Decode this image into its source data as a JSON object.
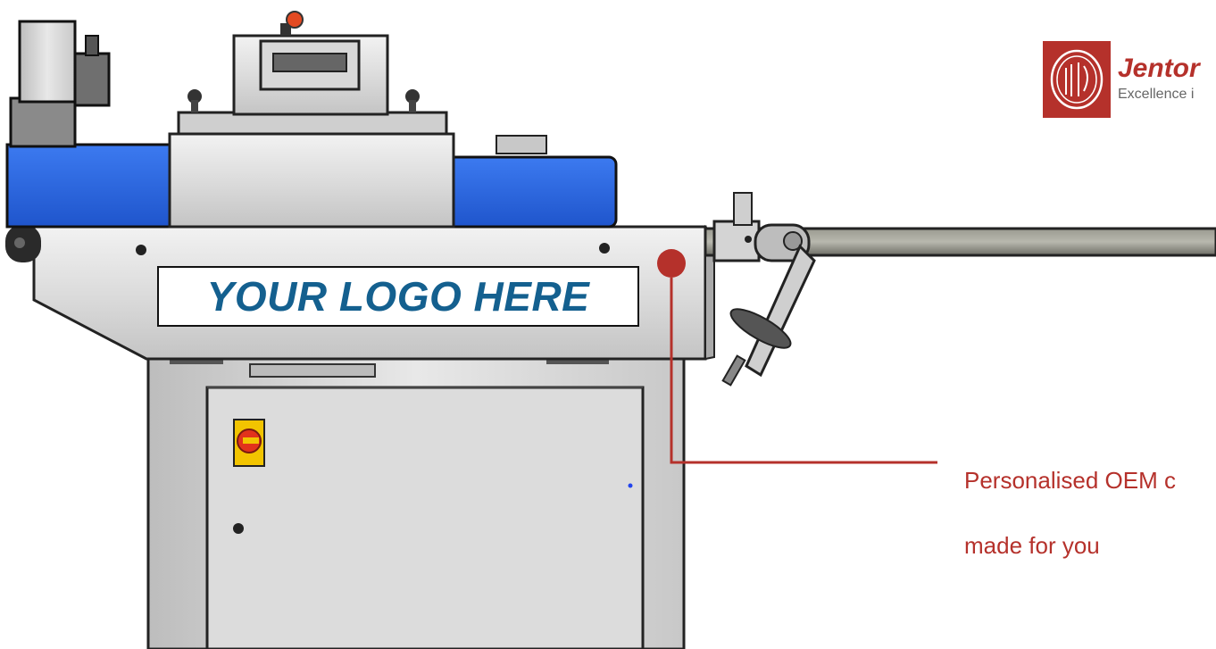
{
  "machine": {
    "logo_placeholder": "YOUR LOGO HERE"
  },
  "brand": {
    "name": "Jentor",
    "tagline": "Excellence i",
    "seal_icon": "jentor-seal-icon",
    "color": "#b5312b"
  },
  "callout": {
    "line1": "Personalised OEM c",
    "line2": "made for you",
    "color": "#b5312b"
  },
  "colors": {
    "machine_blue": "#2a66e8",
    "machine_grey": "#d4d4d4",
    "logo_text": "#14608f"
  }
}
